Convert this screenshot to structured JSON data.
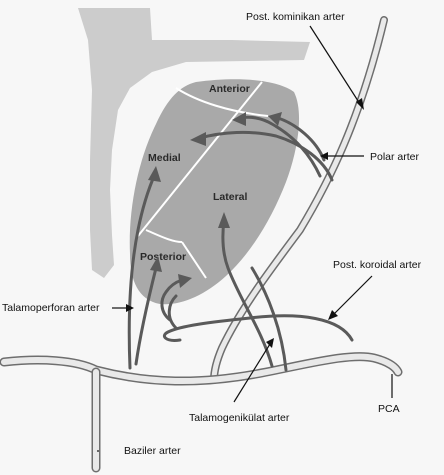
{
  "regions": {
    "anterior": "Anterior",
    "medial": "Medial",
    "lateral": "Lateral",
    "posterior": "Posterior"
  },
  "labels": {
    "post_kominikan": "Post. kominikan arter",
    "polar": "Polar arter",
    "post_koroidal": "Post. koroidal arter",
    "talamoperforan": "Talamoperforan arter",
    "talamogenikulat": "Talamogenikülat arter",
    "pca": "PCA",
    "baziler": "Baziler arter"
  }
}
